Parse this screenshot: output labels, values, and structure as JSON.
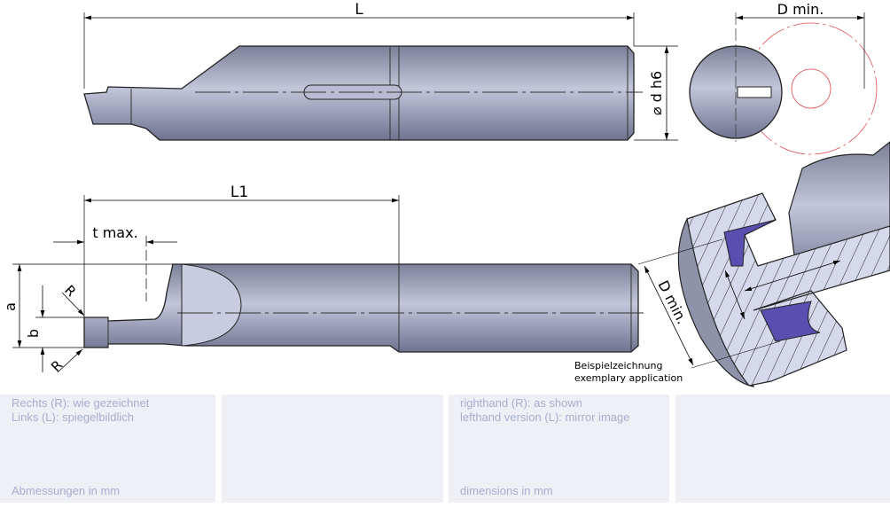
{
  "drawing": {
    "top_view": {
      "length_label": "L",
      "diameter_label": "⌀ d h6",
      "dmin_label": "D min."
    },
    "side_view": {
      "length_label": "L1",
      "depth_label": "t max.",
      "a_label": "a",
      "b_label": "b",
      "radius_top_label": "R",
      "radius_bottom_label": "R"
    },
    "application": {
      "dmin_label": "D min.",
      "caption_de": "Beispielzeichnung",
      "caption_en": "exemplary application"
    }
  },
  "panels": {
    "de": {
      "line1": "Rechts (R): wie gezeichnet",
      "line2": "Links (L): spiegelbildlich",
      "units": "Abmessungen in mm"
    },
    "en": {
      "line1": "righthand (R): as shown",
      "line2": "lefthand version (L): mirror image",
      "units": "dimensions in mm"
    }
  },
  "colors": {
    "steel": "#8f93aa",
    "steel_light": "#c9cce0",
    "accent_purple": "#5a4fb0",
    "red_circle": "#e05050",
    "panel_bg": "#eef0f6",
    "panel_text": "#a8add0"
  }
}
